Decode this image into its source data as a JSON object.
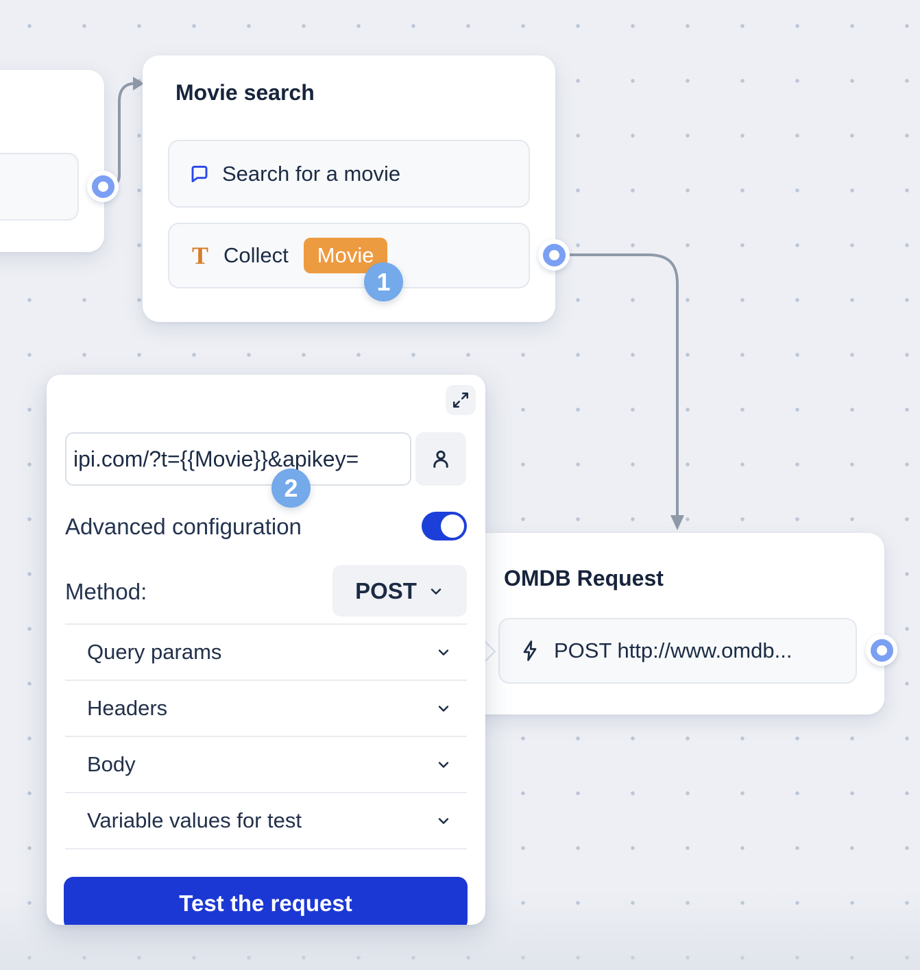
{
  "colors": {
    "accent_blue": "#1c38d4",
    "toggle_blue": "#1d3fd9",
    "variable_chip_orange": "#ed9b40",
    "step_badge_blue": "#74a9ea",
    "port_ring_blue": "#7b9ff2",
    "connector_gray": "#9099a8",
    "chat_icon_blue": "#2847e8",
    "text_icon_orange": "#d97c28"
  },
  "badges": {
    "step_1": "1",
    "step_2": "2"
  },
  "nodes": {
    "movie_search": {
      "title": "Movie search",
      "items": [
        {
          "icon": "chat-bubble-icon",
          "label": "Search for a movie"
        },
        {
          "icon": "text-input-icon",
          "label": "Collect",
          "variable": "Movie"
        }
      ]
    },
    "omdb_request": {
      "title": "OMDB Request",
      "items": [
        {
          "icon": "lightning-icon",
          "label": "POST http://www.omdb..."
        }
      ]
    }
  },
  "panel": {
    "url_input": {
      "value": "ipi.com/?t={{Movie}}&apikey="
    },
    "advanced_configuration": {
      "label": "Advanced configuration",
      "enabled": true
    },
    "method": {
      "label": "Method:",
      "value": "POST"
    },
    "sections": [
      {
        "label": "Query params"
      },
      {
        "label": "Headers"
      },
      {
        "label": "Body"
      },
      {
        "label": "Variable values for test"
      }
    ],
    "test_button_label": "Test the request"
  }
}
